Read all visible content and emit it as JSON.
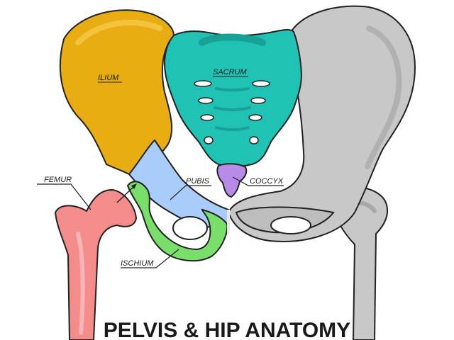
{
  "title": "PELVIS & HIP ANATOMY",
  "labels": {
    "ilium": "ILIUM",
    "sacrum": "SACRUM",
    "femur": "FEMUR",
    "pubis": "PUBIS",
    "coccyx": "COCCYX",
    "ischium": "ISCHIUM"
  },
  "colors": {
    "ilium": "#e8ad12",
    "sacrum": "#20c2b4",
    "coccyx": "#b98be9",
    "pubis": "#a9ccfb",
    "ischium": "#79df6a",
    "femur": "#f48c8c",
    "unlabeled_bone": "#c8c8c8",
    "outline": "#222222"
  }
}
